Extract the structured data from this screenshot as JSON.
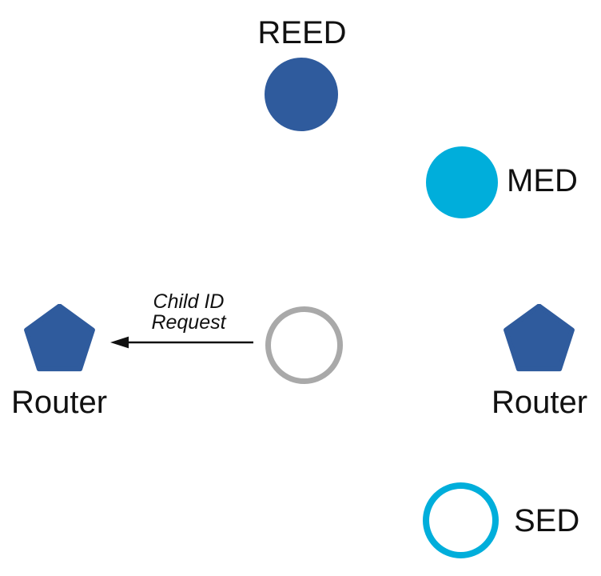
{
  "colors": {
    "dark_blue": "#2F5B9D",
    "cyan": "#00AEDB",
    "gray": "#A9A9A9",
    "black": "#111111",
    "white": "#FFFFFF"
  },
  "nodes": {
    "reed": {
      "label": "REED",
      "shape": "filled-circle",
      "color": "#2F5B9D"
    },
    "med": {
      "label": "MED",
      "shape": "filled-circle",
      "color": "#00AEDB"
    },
    "router_left": {
      "label": "Router",
      "shape": "filled-pentagon",
      "color": "#2F5B9D"
    },
    "joiner": {
      "label": "",
      "shape": "outlined-circle",
      "color": "#A9A9A9"
    },
    "router_right": {
      "label": "Router",
      "shape": "filled-pentagon",
      "color": "#2F5B9D"
    },
    "sed": {
      "label": "SED",
      "shape": "outlined-circle",
      "color": "#00AEDB"
    }
  },
  "message": {
    "line1": "Child ID",
    "line2": "Request",
    "direction": "left"
  }
}
